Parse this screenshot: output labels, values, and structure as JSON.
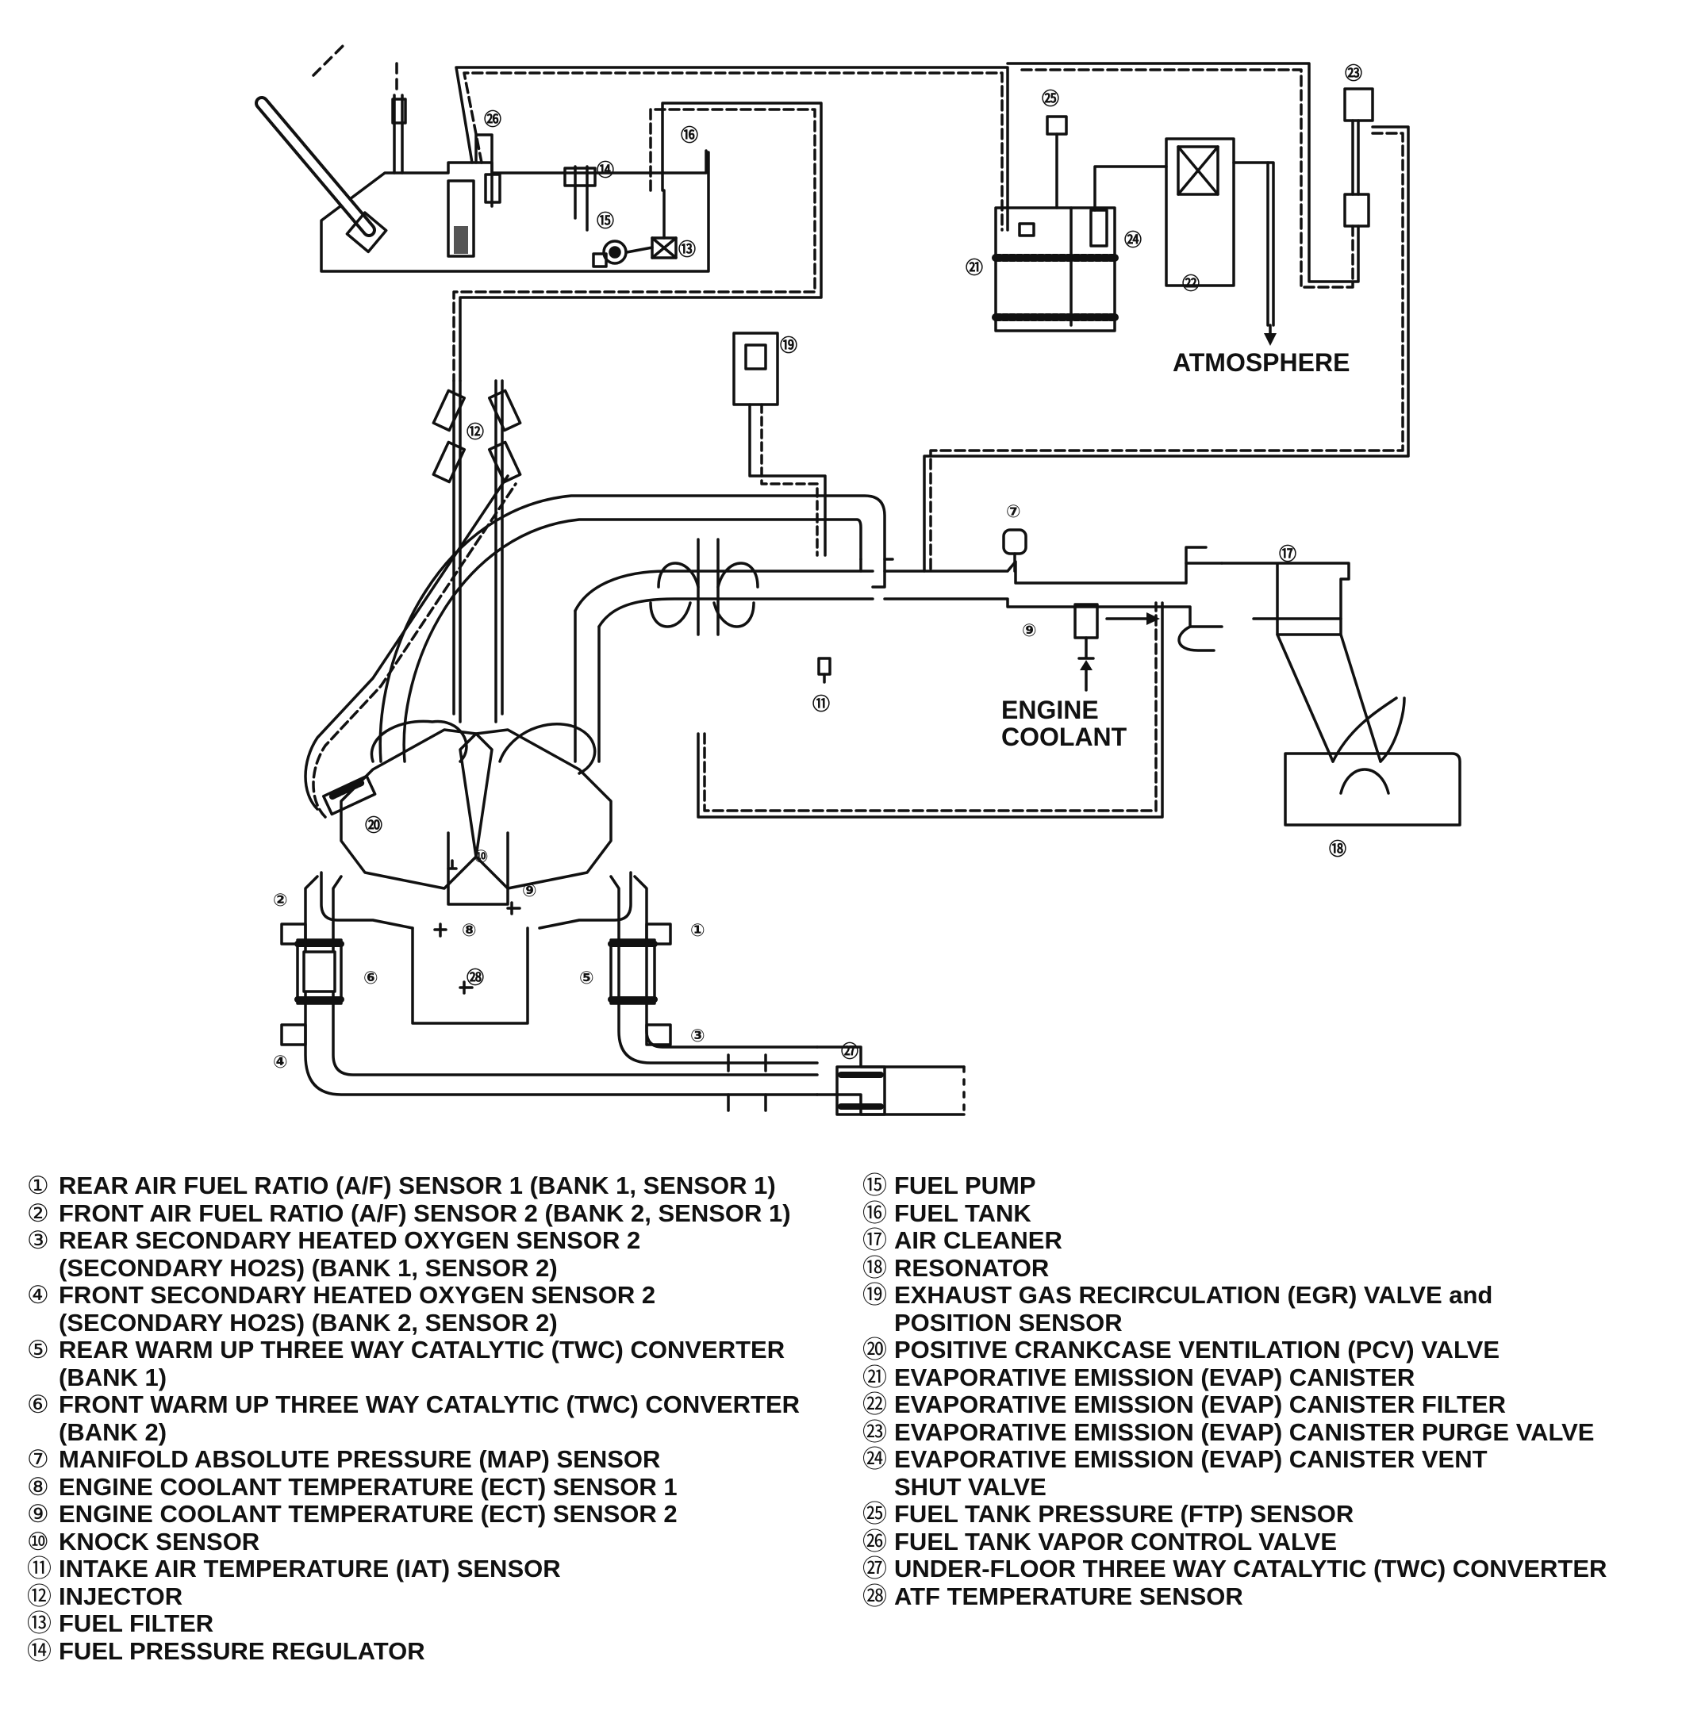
{
  "labels": {
    "atmosphere": "ATMOSPHERE",
    "engine_coolant_line1": "ENGINE",
    "engine_coolant_line2": "COOLANT"
  },
  "markers": {
    "m1": "①",
    "m2": "②",
    "m3": "③",
    "m4": "④",
    "m5": "⑤",
    "m6": "⑥",
    "m7": "⑦",
    "m8": "⑧",
    "m9": "⑨",
    "m10": "⑩",
    "m11": "⑪",
    "m12": "⑫",
    "m13": "⑬",
    "m14": "⑭",
    "m15": "⑮",
    "m16": "⑯",
    "m17": "⑰",
    "m18": "⑱",
    "m19": "⑲",
    "m20": "⑳",
    "m21": "㉑",
    "m22": "㉒",
    "m23": "㉓",
    "m24": "㉔",
    "m25": "㉕",
    "m26": "㉖",
    "m27": "㉗",
    "m28": "㉘"
  },
  "legend_left": [
    {
      "num": "①",
      "text": "REAR AIR FUEL RATIO (A/F) SENSOR 1 (BANK 1, SENSOR 1)"
    },
    {
      "num": "②",
      "text": "FRONT AIR FUEL RATIO (A/F) SENSOR 2 (BANK 2, SENSOR 1)"
    },
    {
      "num": "③",
      "text": "REAR SECONDARY HEATED OXYGEN SENSOR 2\n(SECONDARY HO2S) (BANK 1, SENSOR 2)"
    },
    {
      "num": "④",
      "text": "FRONT SECONDARY HEATED OXYGEN SENSOR 2\n(SECONDARY HO2S) (BANK 2, SENSOR 2)"
    },
    {
      "num": "⑤",
      "text": "REAR WARM UP THREE WAY CATALYTIC (TWC) CONVERTER\n(BANK 1)"
    },
    {
      "num": "⑥",
      "text": "FRONT WARM UP THREE WAY CATALYTIC (TWC) CONVERTER\n(BANK 2)"
    },
    {
      "num": "⑦",
      "text": "MANIFOLD ABSOLUTE PRESSURE (MAP) SENSOR"
    },
    {
      "num": "⑧",
      "text": "ENGINE COOLANT TEMPERATURE (ECT) SENSOR 1"
    },
    {
      "num": "⑨",
      "text": "ENGINE COOLANT TEMPERATURE (ECT) SENSOR 2"
    },
    {
      "num": "⑩",
      "text": "KNOCK SENSOR"
    },
    {
      "num": "⑪",
      "text": "INTAKE AIR TEMPERATURE (IAT) SENSOR"
    },
    {
      "num": "⑫",
      "text": "INJECTOR"
    },
    {
      "num": "⑬",
      "text": "FUEL FILTER"
    },
    {
      "num": "⑭",
      "text": "FUEL PRESSURE REGULATOR"
    }
  ],
  "legend_right": [
    {
      "num": "⑮",
      "text": "FUEL PUMP"
    },
    {
      "num": "⑯",
      "text": "FUEL TANK"
    },
    {
      "num": "⑰",
      "text": "AIR CLEANER"
    },
    {
      "num": "⑱",
      "text": "RESONATOR"
    },
    {
      "num": "⑲",
      "text": "EXHAUST GAS RECIRCULATION (EGR) VALVE and\nPOSITION SENSOR"
    },
    {
      "num": "⑳",
      "text": "POSITIVE CRANKCASE VENTILATION (PCV) VALVE"
    },
    {
      "num": "㉑",
      "text": "EVAPORATIVE EMISSION (EVAP) CANISTER"
    },
    {
      "num": "㉒",
      "text": "EVAPORATIVE EMISSION (EVAP) CANISTER FILTER"
    },
    {
      "num": "㉓",
      "text": "EVAPORATIVE EMISSION (EVAP) CANISTER PURGE VALVE"
    },
    {
      "num": "㉔",
      "text": "EVAPORATIVE EMISSION (EVAP) CANISTER VENT\nSHUT VALVE"
    },
    {
      "num": "㉕",
      "text": "FUEL TANK PRESSURE (FTP) SENSOR"
    },
    {
      "num": "㉖",
      "text": "FUEL TANK VAPOR CONTROL VALVE"
    },
    {
      "num": "㉗",
      "text": "UNDER-FLOOR THREE WAY CATALYTIC (TWC) CONVERTER"
    },
    {
      "num": "㉘",
      "text": "ATF TEMPERATURE SENSOR"
    }
  ]
}
